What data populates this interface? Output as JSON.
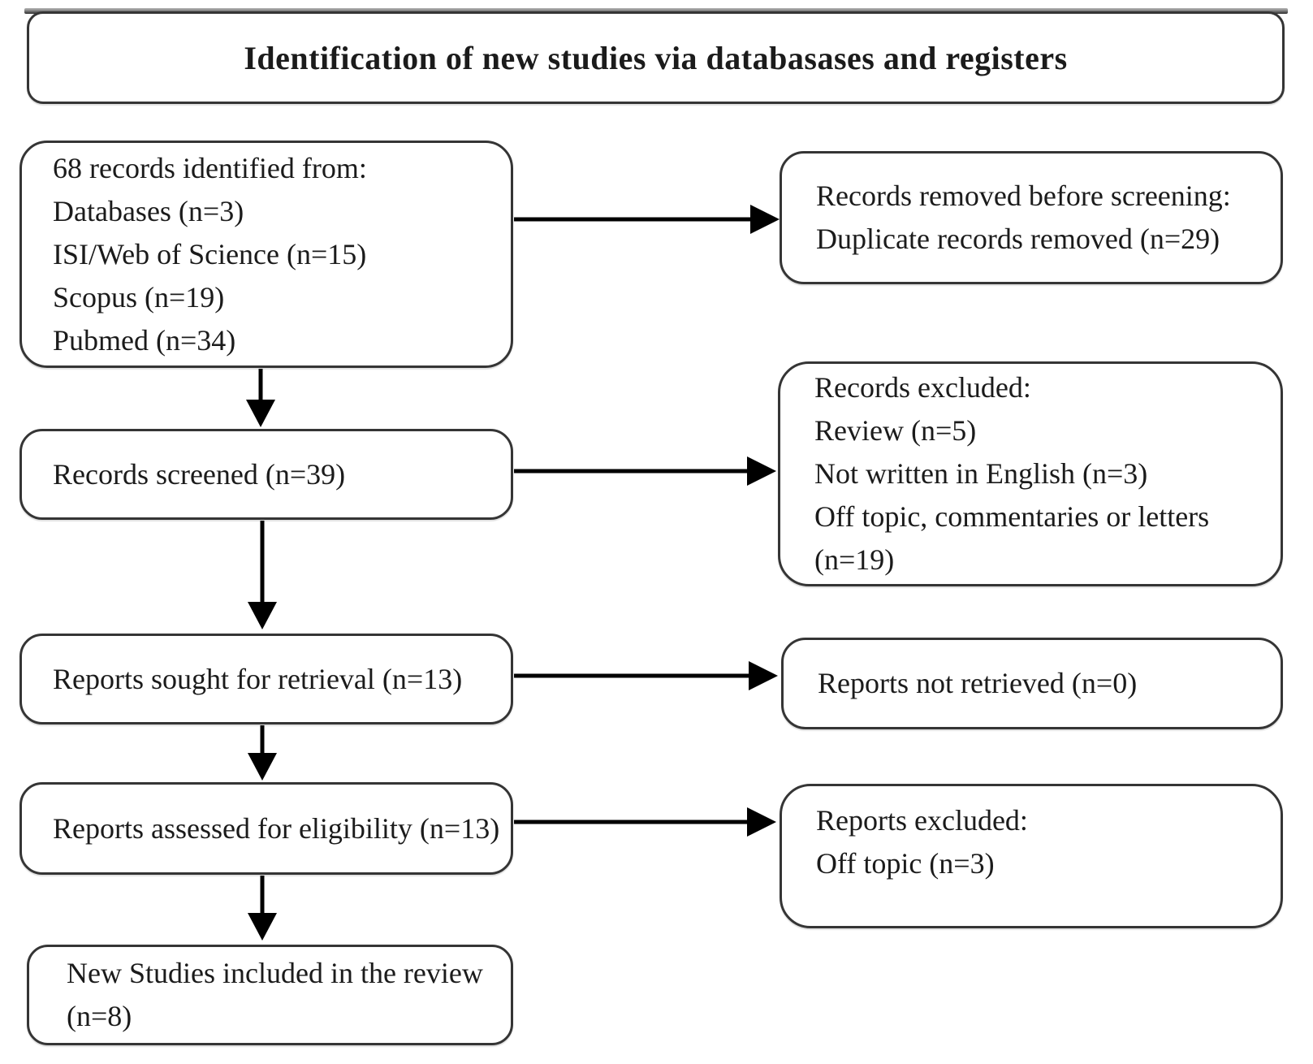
{
  "title": "Identification of new studies via databasases and registers",
  "colors": {
    "background": "#ffffff",
    "box_border": "#353535",
    "text": "#1b1b1b",
    "arrow": "#000000"
  },
  "boxes": {
    "identified": {
      "lines": [
        "68 records identified from:",
        "Databases (n=3)",
        "ISI/Web of Science (n=15)",
        "Scopus (n=19)",
        "Pubmed (n=34)"
      ]
    },
    "removed": {
      "lines": [
        "Records removed before screening:",
        "Duplicate records removed (n=29)"
      ]
    },
    "screened": {
      "lines": [
        "Records screened (n=39)"
      ]
    },
    "excluded": {
      "lines": [
        "Records excluded:",
        "Review (n=5)",
        "Not written in English (n=3)",
        "Off topic, commentaries or letters",
        "(n=19)"
      ]
    },
    "sought": {
      "lines": [
        "Reports sought for retrieval (n=13)"
      ]
    },
    "not_retrieved": {
      "lines": [
        "Reports not retrieved (n=0)"
      ]
    },
    "assessed": {
      "lines": [
        "Reports assessed for eligibility (n=13)"
      ]
    },
    "reports_excluded": {
      "lines": [
        "Reports excluded:",
        "Off topic (n=3)"
      ]
    },
    "included": {
      "lines": [
        "New Studies included in the review",
        "(n=8)"
      ]
    }
  },
  "flow": [
    {
      "from": "records-identified",
      "to": "records-removed-before-screening"
    },
    {
      "from": "records-identified",
      "to": "records-screened"
    },
    {
      "from": "records-screened",
      "to": "records-excluded"
    },
    {
      "from": "records-screened",
      "to": "reports-sought-for-retrieval"
    },
    {
      "from": "reports-sought-for-retrieval",
      "to": "reports-not-retrieved"
    },
    {
      "from": "reports-sought-for-retrieval",
      "to": "reports-assessed-for-eligibility"
    },
    {
      "from": "reports-assessed-for-eligibility",
      "to": "reports-excluded"
    },
    {
      "from": "reports-assessed-for-eligibility",
      "to": "new-studies-included"
    }
  ]
}
